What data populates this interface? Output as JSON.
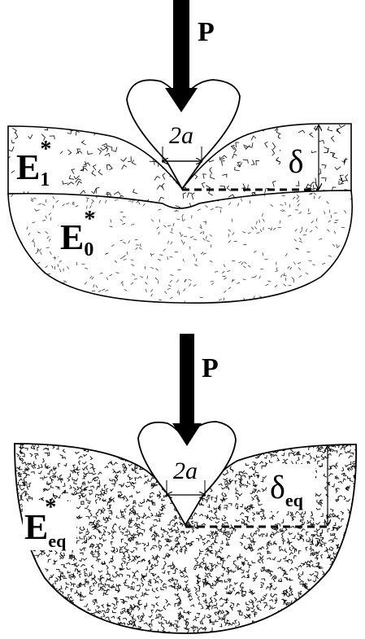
{
  "top_figure": {
    "load_label": "P",
    "width_label": "2a",
    "upper_layer_modulus": {
      "base": "E",
      "sub": "1",
      "sup": "*"
    },
    "substrate_modulus": {
      "base": "E",
      "sub": "0",
      "sup": "*"
    },
    "depth_label": "δ"
  },
  "bottom_figure": {
    "load_label": "P",
    "width_label": "2a",
    "equivalent_modulus": {
      "base": "E",
      "sub": "eq",
      "sup": "*"
    },
    "depth_label": {
      "base": "δ",
      "sub": "eq"
    }
  },
  "colors": {
    "ink": "#000000",
    "fill": "#ffffff"
  }
}
